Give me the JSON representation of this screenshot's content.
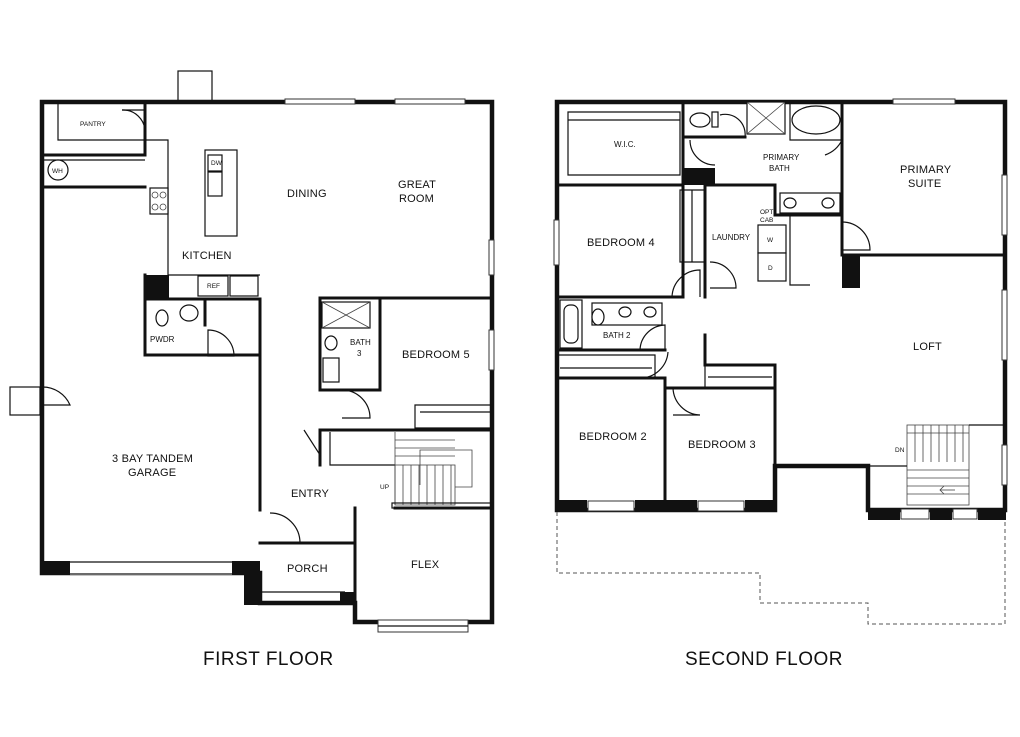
{
  "floors": [
    {
      "title": "FIRST FLOOR",
      "rooms": {
        "pantry": "PANTRY",
        "wh": "WH",
        "dw": "DW",
        "dining": "DINING",
        "great_room_1": "GREAT",
        "great_room_2": "ROOM",
        "kitchen": "KITCHEN",
        "ref": "REF",
        "pwdr": "PWDR",
        "bath3_1": "BATH",
        "bath3_2": "3",
        "bedroom5": "BEDROOM 5",
        "garage_1": "3 BAY TANDEM",
        "garage_2": "GARAGE",
        "entry": "ENTRY",
        "up": "UP",
        "porch": "PORCH",
        "flex": "FLEX"
      }
    },
    {
      "title": "SECOND FLOOR",
      "rooms": {
        "wic": "W.I.C.",
        "primary_bath_1": "PRIMARY",
        "primary_bath_2": "BATH",
        "primary_suite_1": "PRIMARY",
        "primary_suite_2": "SUITE",
        "bedroom4": "BEDROOM 4",
        "laundry": "LAUNDRY",
        "opt_cab_1": "OPT",
        "opt_cab_2": "CAB",
        "washer": "W",
        "dryer": "D",
        "bath2": "BATH 2",
        "loft": "LOFT",
        "dn": "DN",
        "bedroom2": "BEDROOM 2",
        "bedroom3": "BEDROOM 3"
      }
    }
  ]
}
